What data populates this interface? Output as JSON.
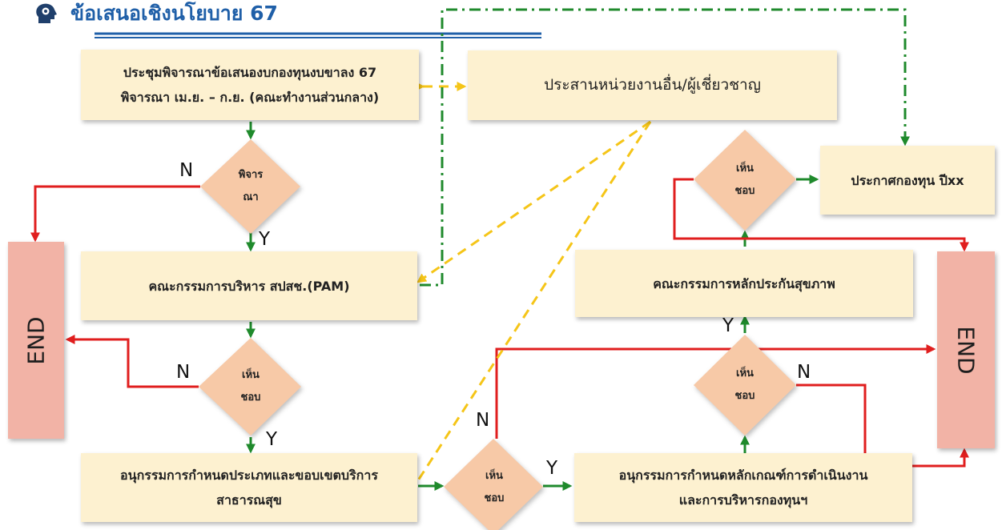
{
  "title": "ข้อเสนอเชิงนโยบาย 67",
  "icon": "head-gear-icon",
  "colors": {
    "box_fill": "#fdf1d0",
    "diamond_fill": "#f7c9a7",
    "end_fill": "#f2b3a6",
    "no_path": "#e01e1e",
    "yes_path": "#1f8a2c",
    "dashed_yellow": "#f5c518",
    "dashdot_green": "#1f8a2c",
    "title": "#1f5fa8"
  },
  "boxes": {
    "meeting": {
      "line1": "ประชุมพิจารณาข้อเสนองบกองทุนงบขาลง 67",
      "line2": "พิจารณา เม.ย. – ก.ย. (คณะทำงานส่วนกลาง)"
    },
    "coordinate": {
      "text": "ประสานหน่วยงานอื่น/ผู้เชี่ยวชาญ"
    },
    "pam": {
      "text": "คณะกรรมการบริหาร สปสช.(PAM)"
    },
    "subcommittee_type": {
      "line1": "อนุกรรมการกำหนดประเภทและขอบเขตบริการ",
      "line2": "สาธารณสุข"
    },
    "subcommittee_criteria": {
      "line1": "อนุกรรมการกำหนดหลักเกณฑ์การดำเนินงาน",
      "line2": "และการบริหารกองทุนฯ"
    },
    "nhso_board": {
      "text": "คณะกรรมการหลักประกันสุขภาพ"
    },
    "announce": {
      "text": "ประกาศกองทุน ปีxx"
    }
  },
  "diamonds": {
    "consider": {
      "line1": "พิจาร",
      "line2": "ณา"
    },
    "approve1": {
      "line1": "เห็น",
      "line2": "ชอบ"
    },
    "approve2": {
      "line1": "เห็น",
      "line2": "ชอบ"
    },
    "approve3": {
      "line1": "เห็น",
      "line2": "ชอบ"
    },
    "approve4": {
      "line1": "เห็น",
      "line2": "ชอบ"
    }
  },
  "end_left": "END",
  "end_right": "END",
  "labels": {
    "no": "N",
    "yes": "Y"
  }
}
